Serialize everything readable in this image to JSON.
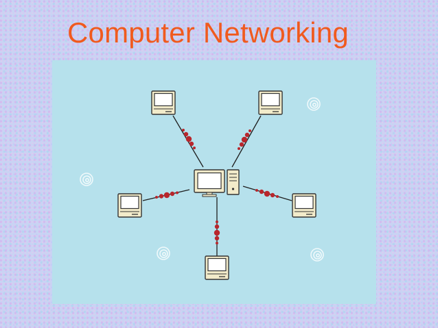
{
  "slide": {
    "title": "Computer Networking"
  },
  "diagram": {
    "topology": "star",
    "hub": {
      "name": "central-computer",
      "type": "desktop workstation with tower"
    },
    "nodes": [
      {
        "name": "terminal-top-left"
      },
      {
        "name": "terminal-top-right"
      },
      {
        "name": "terminal-left"
      },
      {
        "name": "terminal-right"
      },
      {
        "name": "terminal-bottom"
      }
    ]
  },
  "colors": {
    "title": "#f05a1e",
    "panel": "#b6e1ec",
    "link_dots": "#b8262c",
    "line": "#1e1e1e"
  }
}
